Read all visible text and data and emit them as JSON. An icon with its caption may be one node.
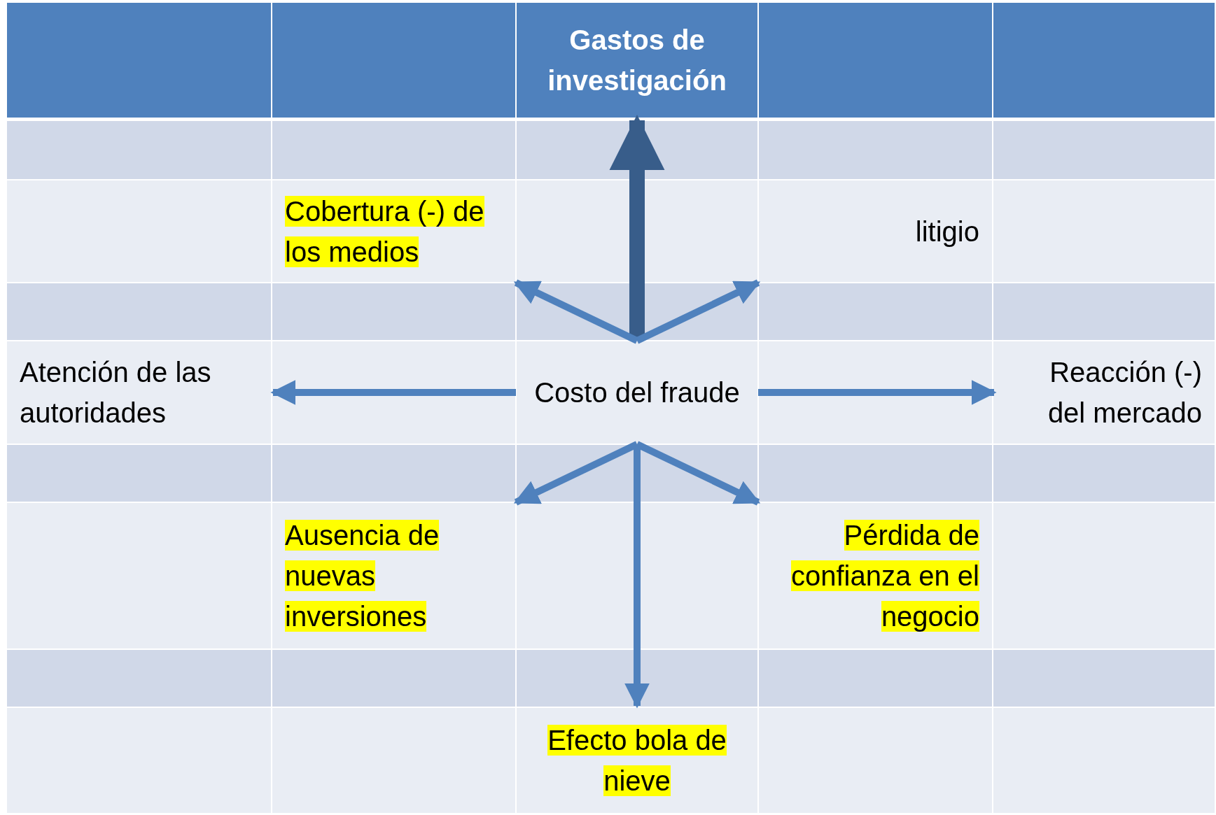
{
  "diagram": {
    "nodes": [
      {
        "text": [
          "Gastos de investigación"
        ]
      },
      {
        "text": [
          "Cobertura (-) de los medios"
        ]
      },
      {
        "text": [
          "litigio"
        ]
      },
      {
        "text": [
          "Atención de las autoridades"
        ]
      },
      {
        "text": [
          "Costo del fraude"
        ]
      },
      {
        "text": [
          "Reacción (-) del mercado"
        ]
      },
      {
        "text": [
          "Ausencia de nuevas inversiones"
        ]
      },
      {
        "text": [
          "Pérdida de confianza en el negocio"
        ]
      },
      {
        "text": [
          "Efecto bola de nieve"
        ]
      }
    ],
    "edges": [
      {
        "from": 4,
        "to": 0,
        "arrow": "to",
        "style": "thick",
        "color": "#385d8a"
      },
      {
        "from": 4,
        "to": 1,
        "arrow": "to"
      },
      {
        "from": 4,
        "to": 2,
        "arrow": "to"
      },
      {
        "from": 4,
        "to": 3,
        "arrow": "to"
      },
      {
        "from": 4,
        "to": 5,
        "arrow": "to"
      },
      {
        "from": 4,
        "to": 6,
        "arrow": "to"
      },
      {
        "from": 4,
        "to": 7,
        "arrow": "to"
      },
      {
        "from": 4,
        "to": 8,
        "arrow": "to"
      }
    ]
  }
}
